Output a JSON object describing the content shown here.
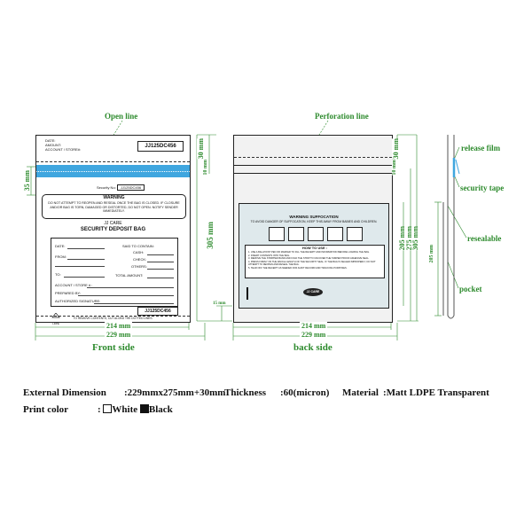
{
  "callouts": {
    "open_line": "Open line",
    "perforation_line": "Perforation line",
    "release_film": "release film",
    "security_tape": "security tape",
    "resealable": "resealable",
    "pocket": "pocket"
  },
  "front": {
    "header_fields": [
      "DATE:",
      "AMOUNT:",
      "ACCOUNT / STORE#:"
    ],
    "serial": "JJ125DC456",
    "security_no_label": "Security No:",
    "security_no_value": "JJ125DC456",
    "warning_title": "WARNING",
    "warning_text": "DO NOT ATTEMPT TO REOPEN AND RESEAL ONCE THE BAG IS CLOSED. IF CLOSURE AND/OR BAG IS TORN, DAMAGED OR DISTORTED, DO NOT OPEN. NOTIFY SENDER IMMEDIATELY.",
    "brand": "JJ CARE",
    "product": "SECURITY DEPOSIT BAG",
    "form_left": [
      "DATE:",
      "FROM:",
      "TO:"
    ],
    "said_to_contain": "SAID TO CONTAIN:",
    "form_right": [
      "CASH:",
      "CHECK:",
      "OTHERS:"
    ],
    "total_amount": "TOTAL AMOUNT:",
    "account_store": "ACCOUNT / STORE # :",
    "prepared_by": "PREPARED BY:",
    "signature": "AUTHORIZED SIGNATURE:",
    "recycle_label": "LDPE",
    "serial_bottom": "JJ125DC456",
    "remove_text": "TO REMOVE CONTENTS, CUT ALONG THE DOTTED LINES."
  },
  "back": {
    "suffocation_title": "WARNING SUFFOCATION",
    "suffocation_text": "TO AVOID DANGER OF SUFFOCATION, KEEP THIS AWAY FROM BABIES AND CHILDREN.",
    "how_to_title": "HOW TO USE :",
    "how_to_steps": [
      "1. USE A BALLPOINT PEN OR MARKER TO FILL THE RECEIPT AND INFORMATION BEFORE LOADING THE BAG.",
      "2. INSERT CONTENTS INTO THE BAG.",
      "3. REMOVE THE STRIPPED BAND AND FOLD THE STRIP TO UNCOVER THE TAMPER PROOF ADHESIVE SEAL.",
      "4. PRESS FIRMLY ON THE WHOLE LENGTH OF THE SECURITY SEAL. IF THE BAG IS SEALED IMPROPERLY, DO NOT ATTEMPT TO REOPEN AND RESEAL THE BAG.",
      "5. TEAR OFF THE RECEIPT AS NEEDED FOR AUDIT RECORD AND TRACKING PURPOSES."
    ],
    "logo": "JJ CARE"
  },
  "dims": {
    "front_w1": "214 mm",
    "front_w2": "229 mm",
    "back_w1": "214 mm",
    "back_w2": "229 mm",
    "h_30": "30 mm",
    "h_10": "10 mm",
    "h_35": "35 mm",
    "h_305": "305 mm",
    "back_30": "30 mm",
    "back_10": "10 mm",
    "back_205": "205 mm",
    "back_275": "275 mm",
    "back_305": "305 mm",
    "back_15": "15 mm",
    "side_205": "205 mm"
  },
  "labels": {
    "front_side": "Front side",
    "back_side": "back side"
  },
  "specs": {
    "ext_label": "External Dimension",
    "ext_value": ":229mmx275mm+30mm",
    "thick_label": "Thickness",
    "thick_value": ":60(micron)",
    "material_label": "Material",
    "material_value": ":Matt LDPE Transparent",
    "print_label": "Print color",
    "white": "White",
    "black": "Black"
  },
  "colors": {
    "accent_green": "#2e8b2e",
    "tape_blue": "#3fa6df",
    "back_panel": "#dfe9ec"
  }
}
